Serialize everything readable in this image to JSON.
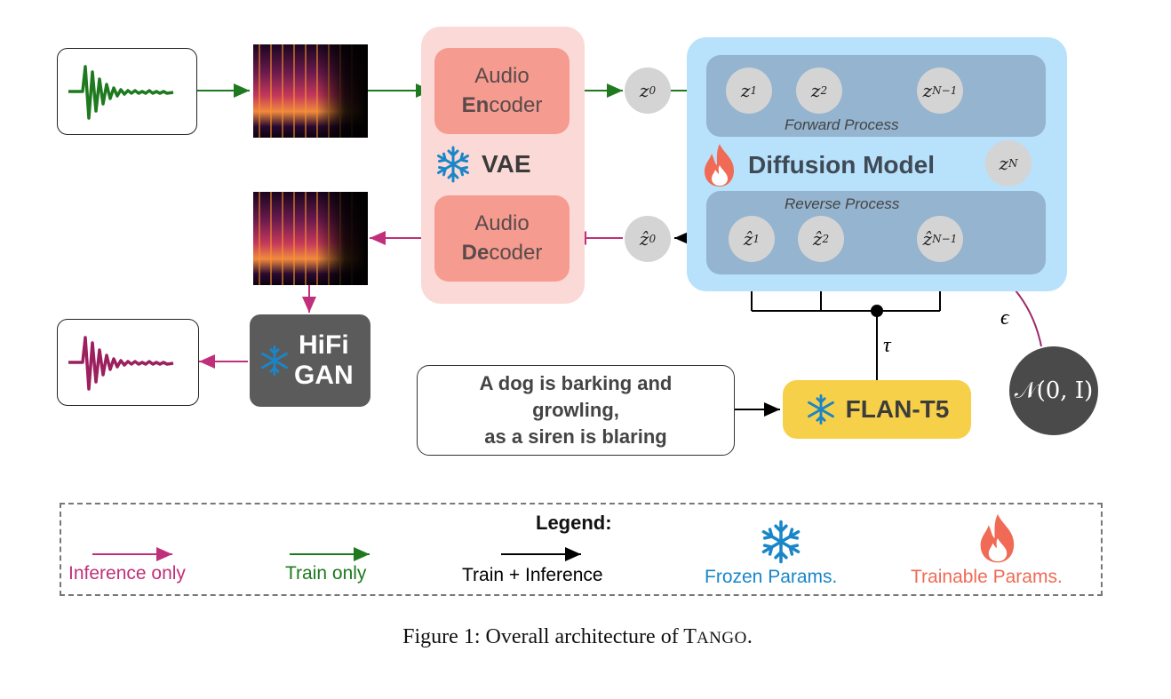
{
  "vae": {
    "encoder": {
      "line1": "Audio",
      "line2_bold": "En",
      "line2_rest": "coder"
    },
    "decoder": {
      "line1": "Audio",
      "line2_bold": "De",
      "line2_rest": "coder"
    },
    "label": "VAE"
  },
  "diffusion": {
    "label": "Diffusion Model",
    "forward_label": "Forward Process",
    "reverse_label": "Reverse Process",
    "forward_nodes": [
      {
        "base": "z",
        "sub": "0"
      },
      {
        "base": "z",
        "sub": "1"
      },
      {
        "base": "z",
        "sub": "2"
      },
      {
        "base": "z",
        "sub": "N−1"
      }
    ],
    "zN": {
      "base": "z",
      "sub": "N"
    },
    "reverse_nodes": [
      {
        "base": "ẑ",
        "sub": "0"
      },
      {
        "base": "ẑ",
        "sub": "1"
      },
      {
        "base": "ẑ",
        "sub": "2"
      },
      {
        "base": "ẑ",
        "sub": "N−1"
      }
    ]
  },
  "vocoder": {
    "line1": "HiFi",
    "line2": "GAN"
  },
  "text_encoder": {
    "label": "FLAN-T5"
  },
  "prompt": {
    "line1": "A dog is barking and",
    "line2": "growling,",
    "line3": "as a siren is blaring"
  },
  "symbols": {
    "tau": "τ",
    "epsilon": "ϵ",
    "noise": "𝒩(0, I)"
  },
  "legend": {
    "title": "Legend:",
    "inference_only": "Inference only",
    "train_only": "Train only",
    "train_inference": "Train + Inference",
    "frozen": "Frozen Params.",
    "trainable": "Trainable Params."
  },
  "caption": {
    "prefix": "Figure 1: Overall architecture of ",
    "name_first": "T",
    "name_rest": "ANGO",
    "suffix": "."
  },
  "colors": {
    "inference": "#c0307a",
    "train": "#1f7a1f",
    "both": "#000000",
    "frozen": "#1a86c8",
    "trainable": "#f06a55"
  },
  "icons": {
    "frozen": "snowflake-icon",
    "trainable": "flame-icon"
  }
}
